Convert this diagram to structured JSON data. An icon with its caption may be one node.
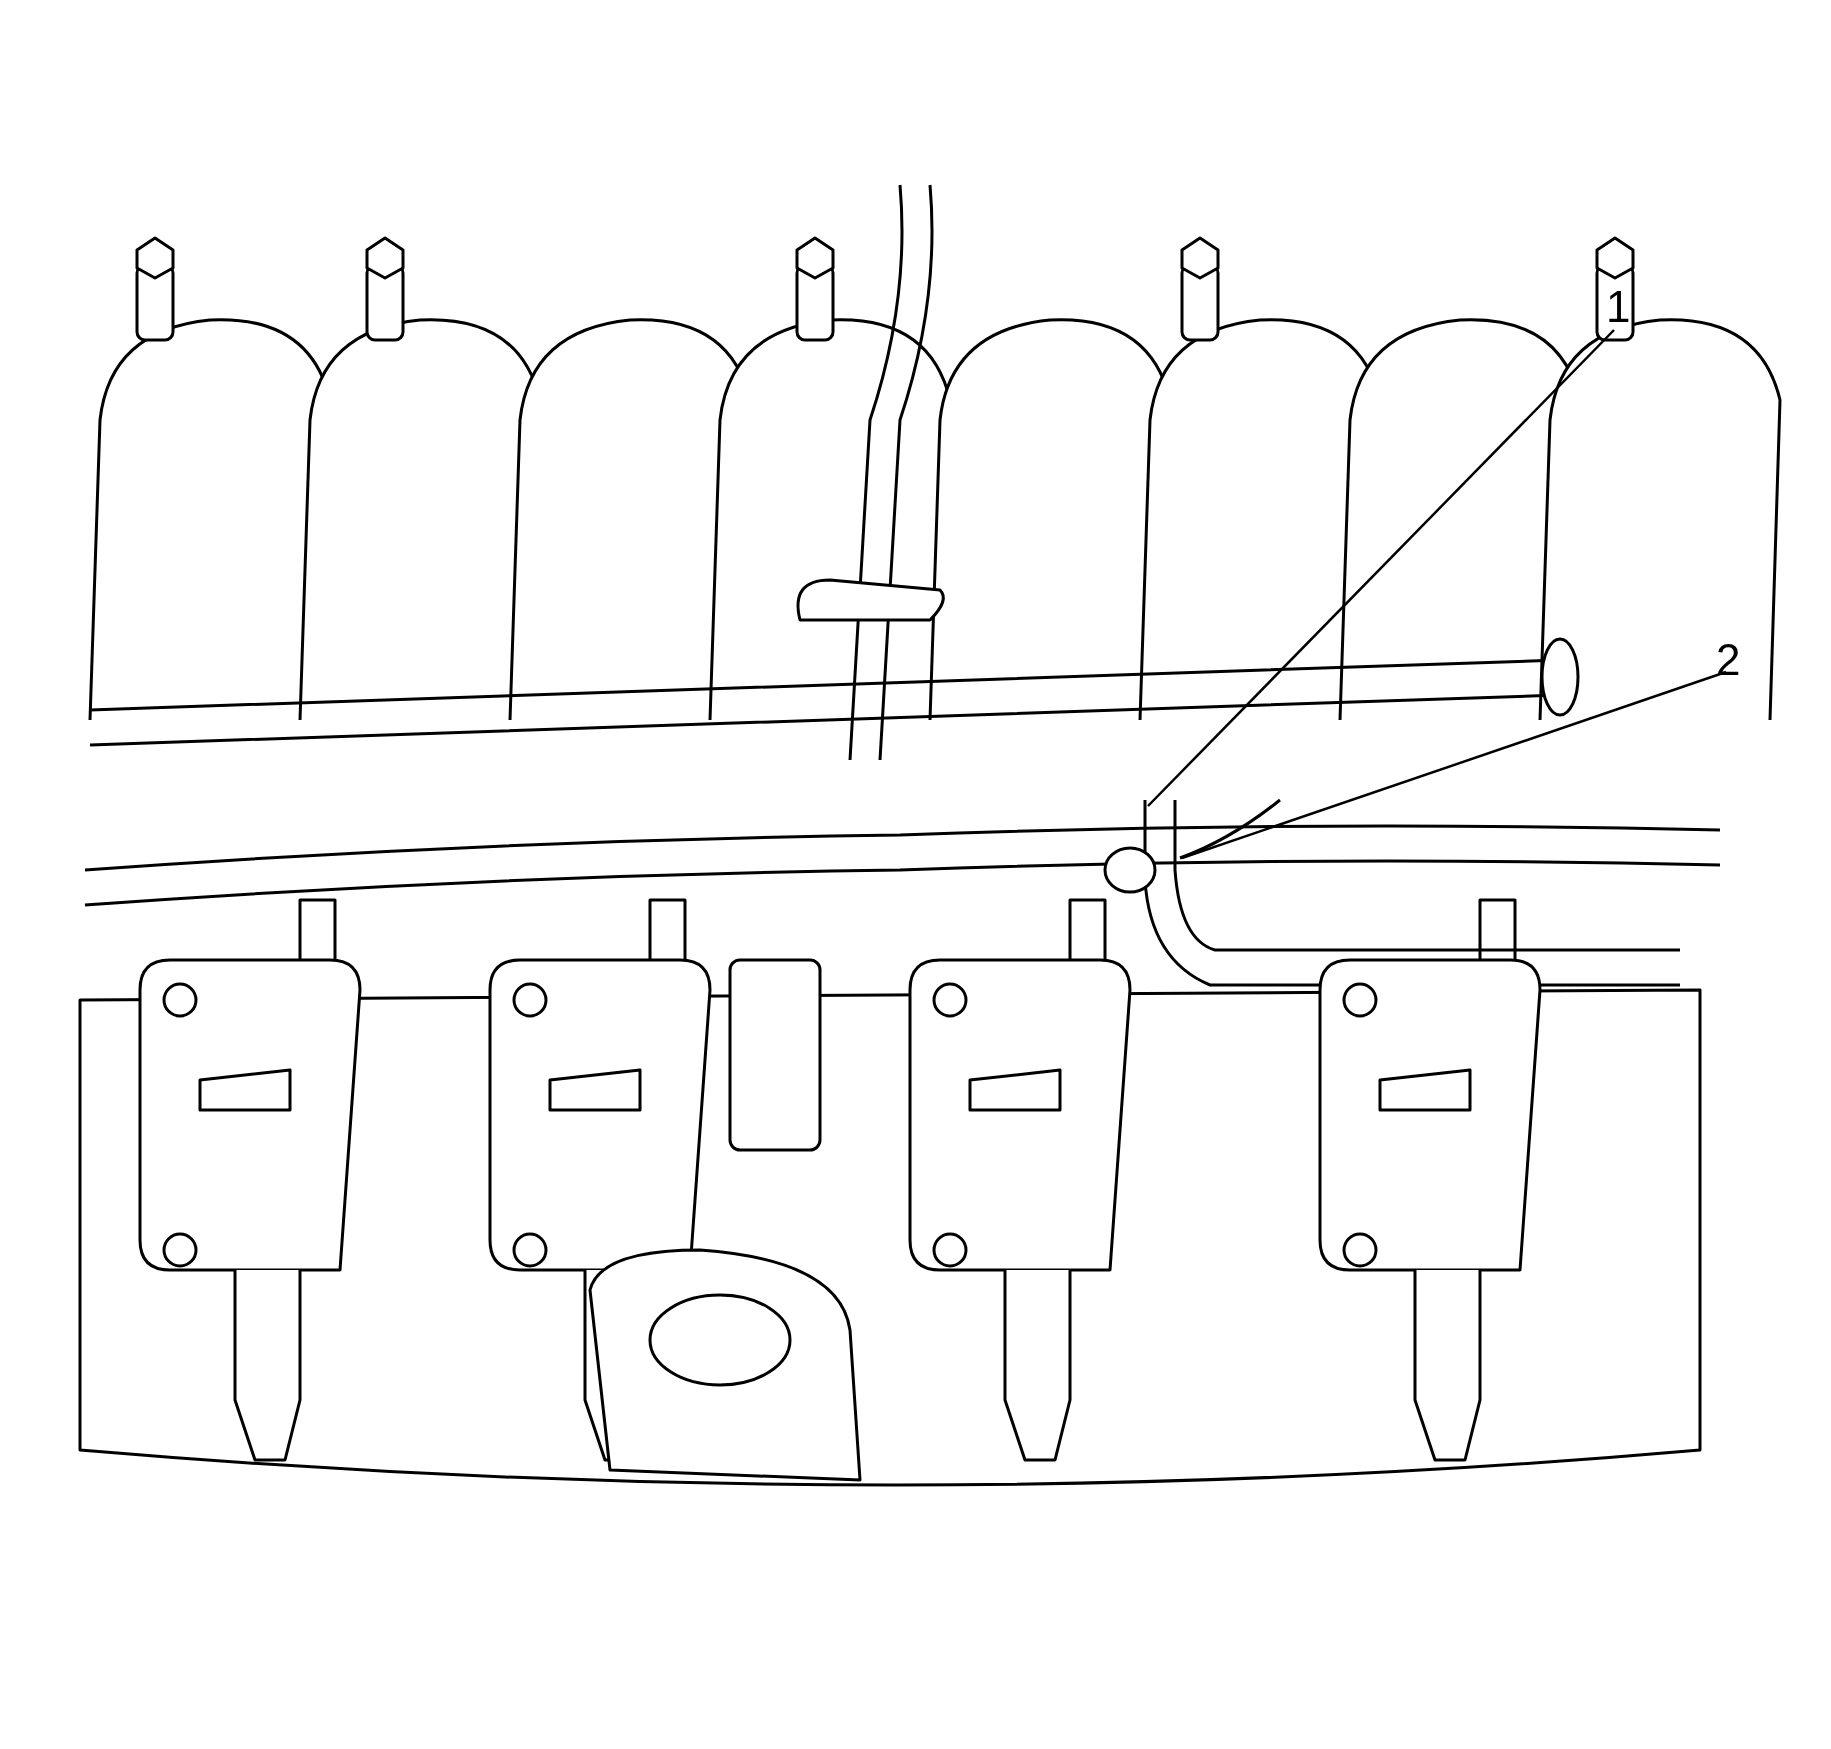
{
  "diagram": {
    "nodes": [
      {
        "text": [
          "1"
        ]
      },
      {
        "text": [
          "2"
        ]
      }
    ],
    "edges": [
      {
        "from": 0,
        "to": null,
        "arrow": "none"
      },
      {
        "from": 1,
        "to": null,
        "arrow": "none"
      }
    ]
  }
}
